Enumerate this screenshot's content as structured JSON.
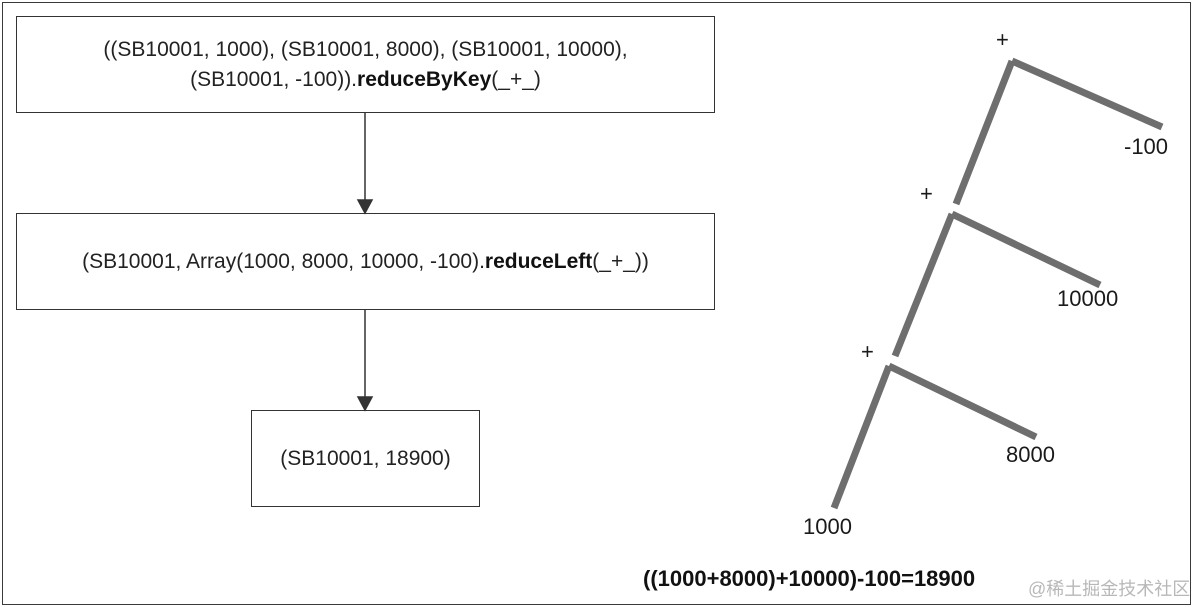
{
  "flow": {
    "box1": {
      "line1": "((SB10001, 1000), (SB10001, 8000), (SB10001, 10000),",
      "line2_prefix": "(SB10001, -100)).",
      "line2_method": "reduceByKey",
      "line2_suffix": "(_+_)"
    },
    "box2": {
      "prefix": "(SB10001, Array(1000, 8000, 10000, -100).",
      "method": "reduceLeft",
      "suffix": "(_+_))"
    },
    "box3": {
      "text": "(SB10001, 18900)"
    }
  },
  "tree": {
    "operators": [
      "+",
      "+",
      "+"
    ],
    "leaves": [
      "1000",
      "8000",
      "10000",
      "-100"
    ],
    "line_color": "#6e6e6e"
  },
  "equation": "((1000+8000)+10000)-100=18900",
  "watermark": "@稀土掘金技术社区"
}
